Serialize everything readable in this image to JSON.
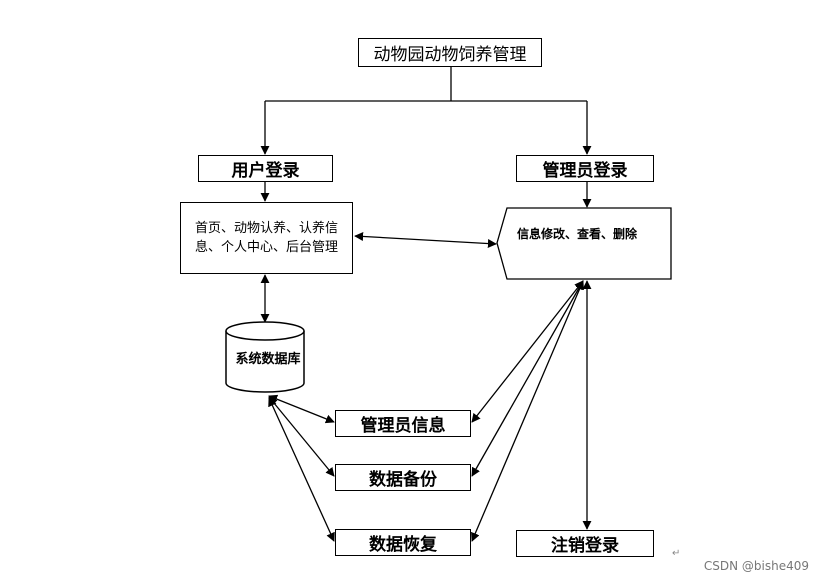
{
  "diagram": {
    "title": "动物园动物饲养管理",
    "user_login": "用户登录",
    "admin_login": "管理员登录",
    "user_functions": "首页、动物认养、认养信息、个人中心、后台管理",
    "admin_functions": "信息修改、查看、删除",
    "database": "系统数据库",
    "admin_info": "管理员信息",
    "data_backup": "数据备份",
    "data_restore": "数据恢复",
    "logout": "注销登录"
  },
  "watermark": "CSDN @bishe409",
  "return_mark": "↵"
}
